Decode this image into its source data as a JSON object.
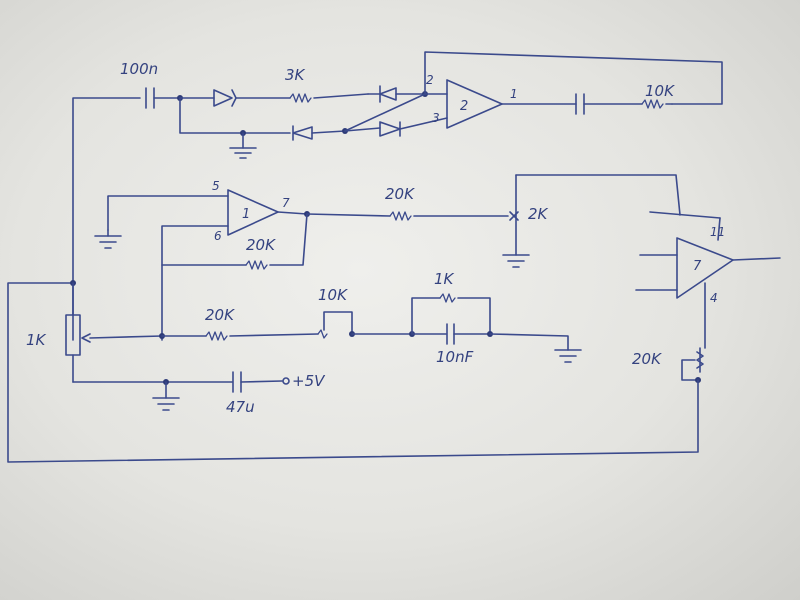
{
  "components": {
    "c_input": "100n",
    "r_3k": "3K",
    "r_fb_top": "10K",
    "r_20k_mid": "20K",
    "pot_2k": "2K",
    "r_fb_1": "20K",
    "r_20k_bottom": "20K",
    "pot_10k": "10K",
    "r_1k": "1K",
    "c_10nf": "10nF",
    "pot_1k": "1K",
    "c_47u": "47u",
    "supply": "+5V",
    "pot_20k": "20K"
  },
  "opamps": {
    "u1": {
      "label": "1",
      "pin_plus": "5",
      "pin_minus": "6",
      "pin_out": "7"
    },
    "u2": {
      "label": "2",
      "pin_a": "2",
      "pin_b": "3",
      "pin_out": "1"
    },
    "u3": {
      "label": "7",
      "pin_top": "11",
      "pin_bottom": "4"
    }
  }
}
